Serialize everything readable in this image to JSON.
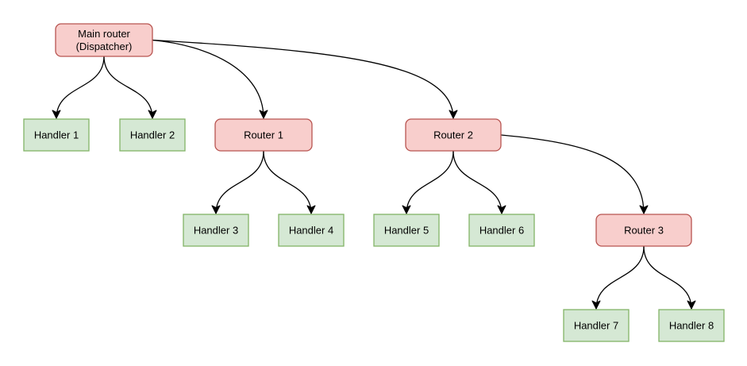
{
  "diagram": {
    "background": "#ffffff",
    "colors": {
      "router_fill": "#f8cecc",
      "router_stroke": "#b85450",
      "handler_fill": "#d5e8d4",
      "handler_stroke": "#82b366",
      "edge": "#000000",
      "text": "#000000"
    },
    "nodes": {
      "main_router": {
        "kind": "router",
        "line1": "Main router",
        "line2": "(Dispatcher)"
      },
      "router_1": {
        "kind": "router",
        "label": "Router 1"
      },
      "router_2": {
        "kind": "router",
        "label": "Router 2"
      },
      "router_3": {
        "kind": "router",
        "label": "Router 3"
      },
      "handler_1": {
        "kind": "handler",
        "label": "Handler 1"
      },
      "handler_2": {
        "kind": "handler",
        "label": "Handler 2"
      },
      "handler_3": {
        "kind": "handler",
        "label": "Handler 3"
      },
      "handler_4": {
        "kind": "handler",
        "label": "Handler 4"
      },
      "handler_5": {
        "kind": "handler",
        "label": "Handler 5"
      },
      "handler_6": {
        "kind": "handler",
        "label": "Handler 6"
      },
      "handler_7": {
        "kind": "handler",
        "label": "Handler 7"
      },
      "handler_8": {
        "kind": "handler",
        "label": "Handler 8"
      }
    },
    "edges": [
      {
        "from": "main_router",
        "to": "handler_1"
      },
      {
        "from": "main_router",
        "to": "handler_2"
      },
      {
        "from": "main_router",
        "to": "router_1"
      },
      {
        "from": "main_router",
        "to": "router_2"
      },
      {
        "from": "router_1",
        "to": "handler_3"
      },
      {
        "from": "router_1",
        "to": "handler_4"
      },
      {
        "from": "router_2",
        "to": "handler_5"
      },
      {
        "from": "router_2",
        "to": "handler_6"
      },
      {
        "from": "router_2",
        "to": "router_3"
      },
      {
        "from": "router_3",
        "to": "handler_7"
      },
      {
        "from": "router_3",
        "to": "handler_8"
      }
    ]
  }
}
